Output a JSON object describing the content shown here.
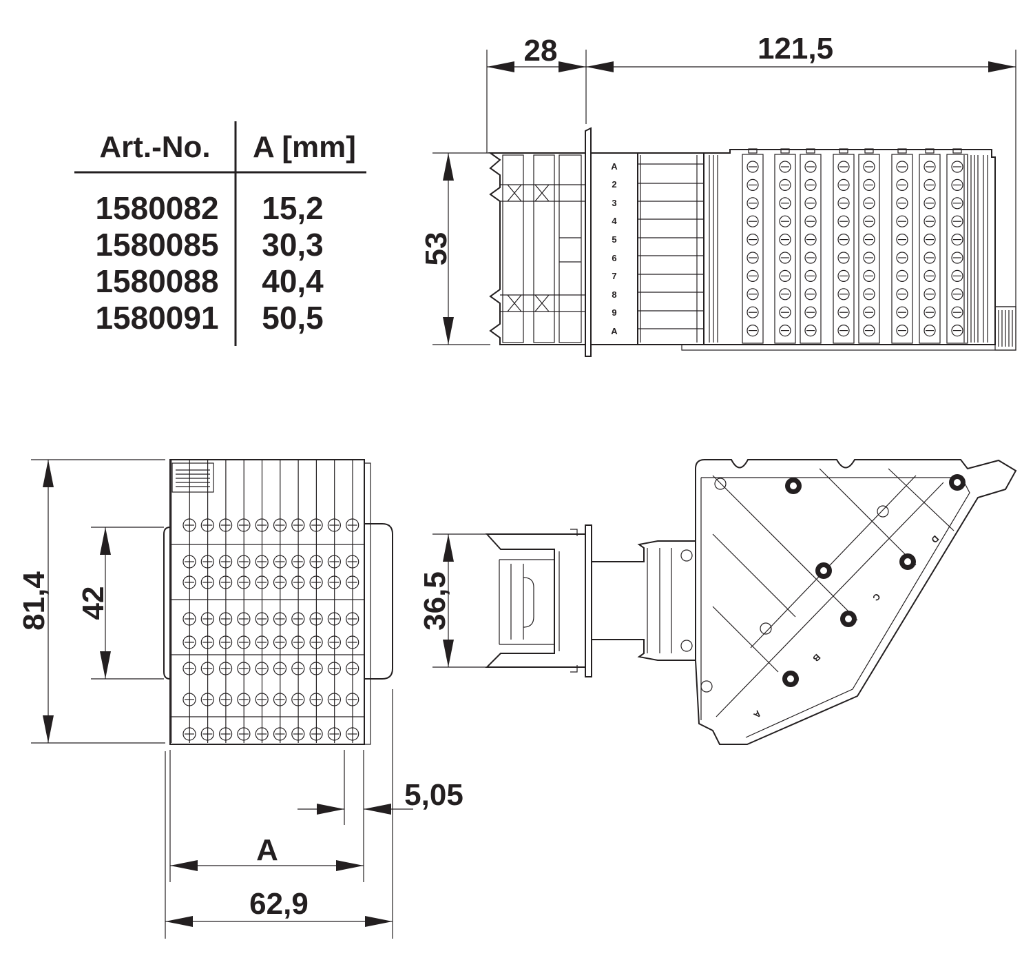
{
  "table": {
    "headers": [
      "Art.-No.",
      "A [mm]"
    ],
    "rows": [
      [
        "1580082",
        "15,2"
      ],
      [
        "1580085",
        "30,3"
      ],
      [
        "1580088",
        "40,4"
      ],
      [
        "1580091",
        "50,5"
      ]
    ]
  },
  "dimensions": {
    "top_depth": "28",
    "top_length": "121,5",
    "top_height": "53",
    "front_height": "81,4",
    "front_inner_height": "42",
    "side_height": "36,5",
    "pitch": "5,05",
    "width_a": "A",
    "width_total": "62,9"
  },
  "marking_labels": [
    "A",
    "2",
    "3",
    "4",
    "5",
    "6",
    "7",
    "8",
    "9",
    "A"
  ],
  "side_letters": [
    "A",
    "B",
    "C",
    "D"
  ],
  "colors": {
    "line": "#231f20",
    "background": "#ffffff"
  }
}
